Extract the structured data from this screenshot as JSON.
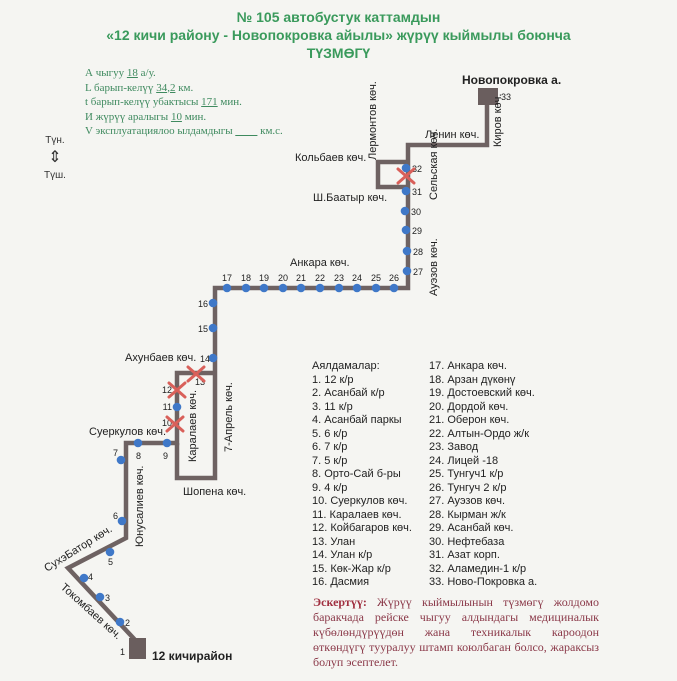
{
  "title": {
    "line1": "№ 105  автобустук каттамдын",
    "line2": "«12 кичи району - Новопокровка айылы» жүрүү кыймылы боюнча",
    "line3": "ТҮЗМӨГҮ"
  },
  "stats": [
    {
      "label": "А чыгуу",
      "value": "18",
      "unit": "а/у."
    },
    {
      "label": "L барып-келүү",
      "value": "34,2",
      "unit": "км."
    },
    {
      "label": "t барып-келүү убактысы",
      "value": "171",
      "unit": "мин."
    },
    {
      "label": "И жүрүү аралыгы",
      "value": "10",
      "unit": "мин."
    },
    {
      "label": "V эксплуатациялоо ылдамдыгы",
      "value": "____",
      "unit": "км.с."
    }
  ],
  "compass": {
    "north": "Түн.",
    "south": "Түш."
  },
  "terminals": {
    "start": "12 кичирайон",
    "end": "Новопокровка а."
  },
  "streets": {
    "lermontov": "Лермонтов көч.",
    "kirov": "Киров көч.",
    "lenin": "Ленин көч.",
    "kolbaev": "Кольбаев көч.",
    "selskaya": "Сельская көч.",
    "baatyr": "Ш.Баатыр көч.",
    "ankara": "Анкара көч.",
    "auezov": "Ауэзов көч.",
    "akhunbaev": "Ахунбаев көч.",
    "karalaev": "Каралаев көч.",
    "aprel": "7-Апрель  көч.",
    "suerkulov": "Суеркулов көч.",
    "shopena": "Шопена көч.",
    "yunusaliev": "Юнусалиев көч.",
    "sukhbator": "СухэБатор көч.",
    "tokombaev": "Токомбаев көч."
  },
  "colors": {
    "route": "#6e6262",
    "stop": "#3f78c8",
    "closed": "#d9605a",
    "title": "#3a9a5c",
    "note": "#8a3848"
  },
  "stop_numbers": [
    "1",
    "2",
    "3",
    "4",
    "5",
    "6",
    "7",
    "8",
    "9",
    "10",
    "11",
    "12",
    "13",
    "14",
    "15",
    "16",
    "17",
    "18",
    "19",
    "20",
    "21",
    "22",
    "23",
    "24",
    "25",
    "26",
    "27",
    "28",
    "29",
    "30",
    "31",
    "32",
    "33"
  ],
  "legend": {
    "heading": "Аялдамалар:",
    "stops": [
      "1. 12 к/р",
      "2. Асанбай к/р",
      "3. 11 к/р",
      "4. Асанбай паркы",
      "5. 6 к/р",
      "6. 7 к/р",
      "7. 5 к/р",
      "8. Орто-Сай б-ры",
      "9. 4 к/р",
      "10. Суеркулов көч.",
      "11. Каралаев көч.",
      "12. Койбагаров көч.",
      "13. Улан",
      "14. Улан к/р",
      "15. Көк-Жар к/р",
      "16. Дасмия",
      "17. Анкара көч.",
      "18. Арзан дүкөнү",
      "19. Достоевский көч.",
      "20. Дордой көч.",
      "21. Оберон көч.",
      "22. Алтын-Ордо ж/к",
      "23. Завод",
      "24. Лицей -18",
      "25. Тунгуч1 к/р",
      "26. Тунгуч 2 к/р",
      "27. Ауэзов көч.",
      "28. Кырман ж/к",
      "29. Асанбай көч.",
      "30. Нефтебаза",
      "31. Азат корп.",
      "32. Аламедин-1 к/р",
      "33. Ново-Покровка а."
    ]
  },
  "note": {
    "label": "Эскертүү:",
    "text": "Жүрүү кыймылынын түзмөгү жолдомо баракчада рейске чыгуу алдындагы медициналык күбөлөндүрүүдөн жана техникалык кароодон өткөндүгү тууралуу штамп коюлбаган болсо, жараксыз болуп эсептелет."
  }
}
